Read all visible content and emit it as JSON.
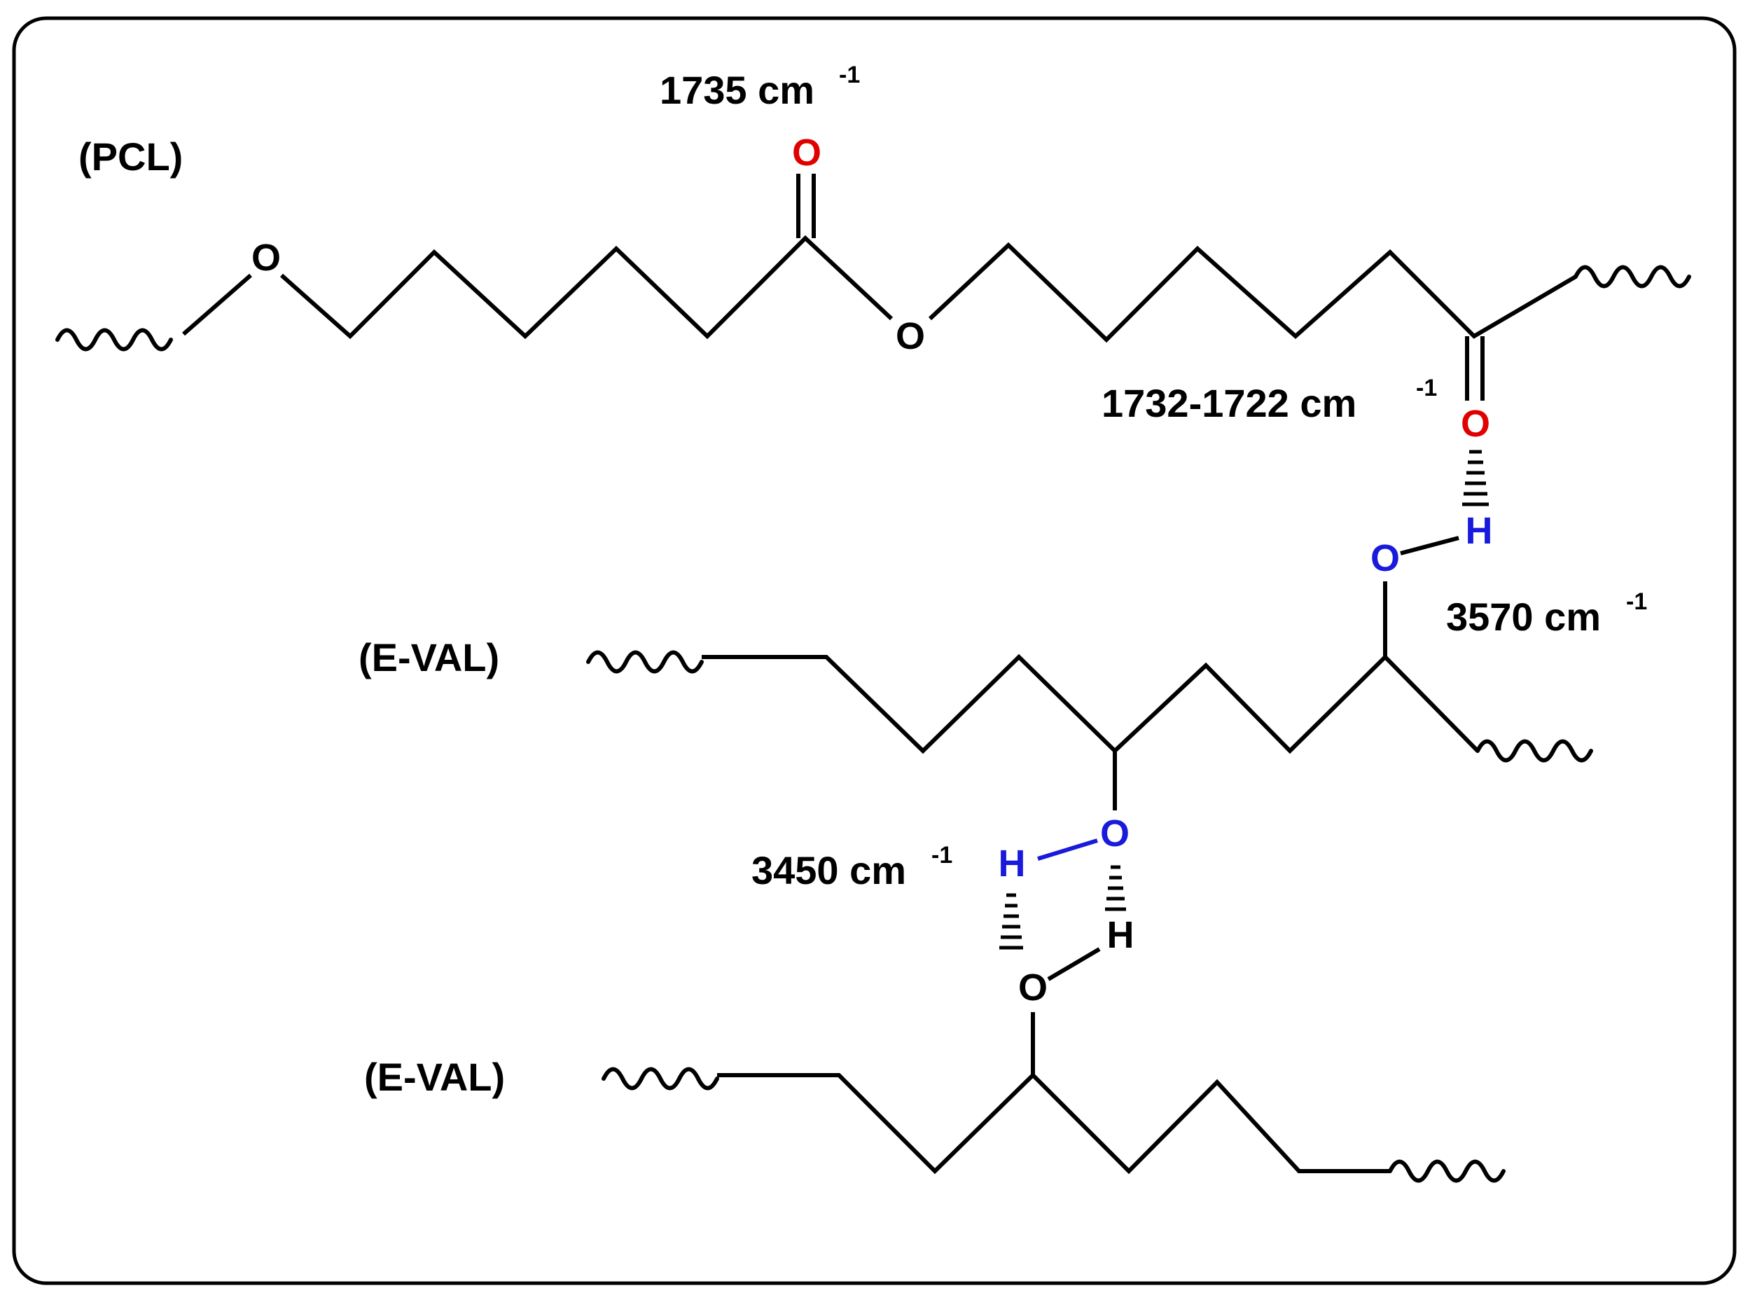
{
  "labels": {
    "pcl": "(PCL)",
    "e_val_1": "(E-VAL)",
    "e_val_2": "(E-VAL)"
  },
  "bands": {
    "b1735": {
      "value": "1735 cm",
      "exp": "-1"
    },
    "b1732": {
      "value": "1732-1722 cm",
      "exp": "-1"
    },
    "b3570": {
      "value": "3570 cm",
      "exp": "-1"
    },
    "b3450": {
      "value": "3450 cm",
      "exp": "-1"
    }
  },
  "atoms": {
    "oxygen": "O",
    "hydrogen": "H"
  },
  "colors": {
    "carbonyl": "#e00000",
    "hydroxyl": "#1a1adc",
    "bond": "#000000"
  }
}
